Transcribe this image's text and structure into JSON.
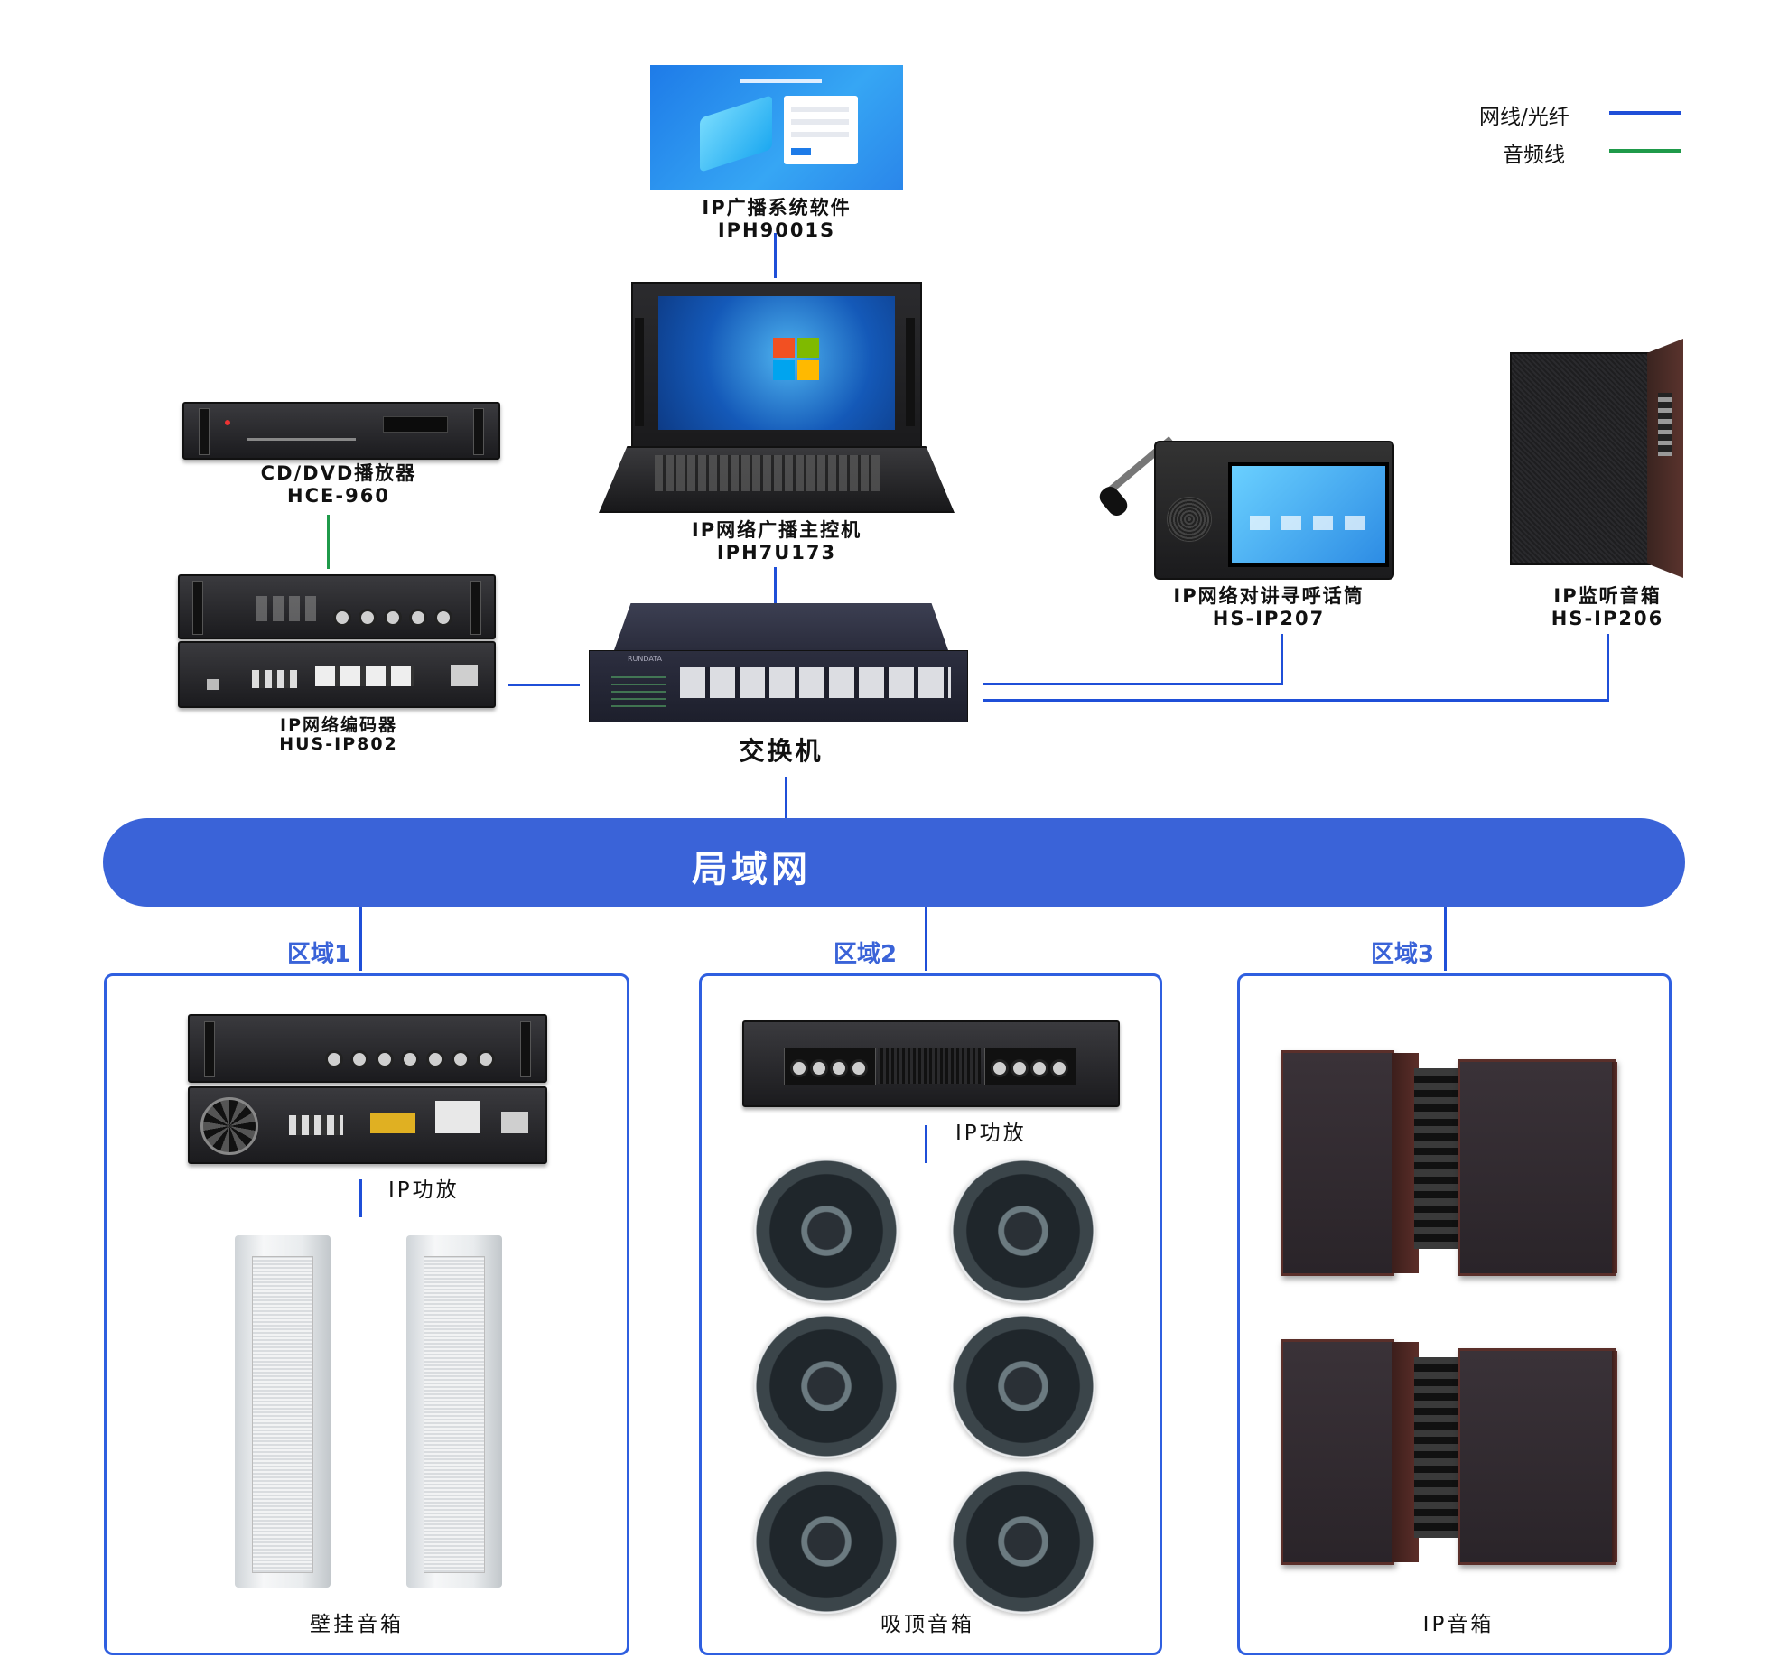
{
  "legend": {
    "network_label": "网线/光纤",
    "audio_label": "音频线",
    "network_color": "#1f4fd8",
    "audio_color": "#1f9a4a"
  },
  "devices": {
    "software": {
      "name": "IP广播系统软件",
      "model": "IPH9001S"
    },
    "host": {
      "name": "IP网络广播主控机",
      "model": "IPH7U173"
    },
    "cd_player": {
      "name": "CD/DVD播放器",
      "model": "HCE-960"
    },
    "encoder": {
      "name": "IP网络编码器",
      "model": "HUS-IP802"
    },
    "switch": {
      "name": "交换机",
      "brand": "RUNDATA"
    },
    "intercom": {
      "name": "IP网络对讲寻呼话筒",
      "model": "HS-IP207"
    },
    "monitor_speaker": {
      "name": "IP监听音箱",
      "model": "HS-IP206"
    }
  },
  "lan": {
    "label": "局域网",
    "color": "#3a63d8"
  },
  "zones": [
    {
      "title": "区域1",
      "amp_label": "IP功放",
      "speaker_label": "壁挂音箱"
    },
    {
      "title": "区域2",
      "amp_label": "IP功放",
      "speaker_label": "吸顶音箱"
    },
    {
      "title": "区域3",
      "speaker_label": "IP音箱"
    }
  ]
}
